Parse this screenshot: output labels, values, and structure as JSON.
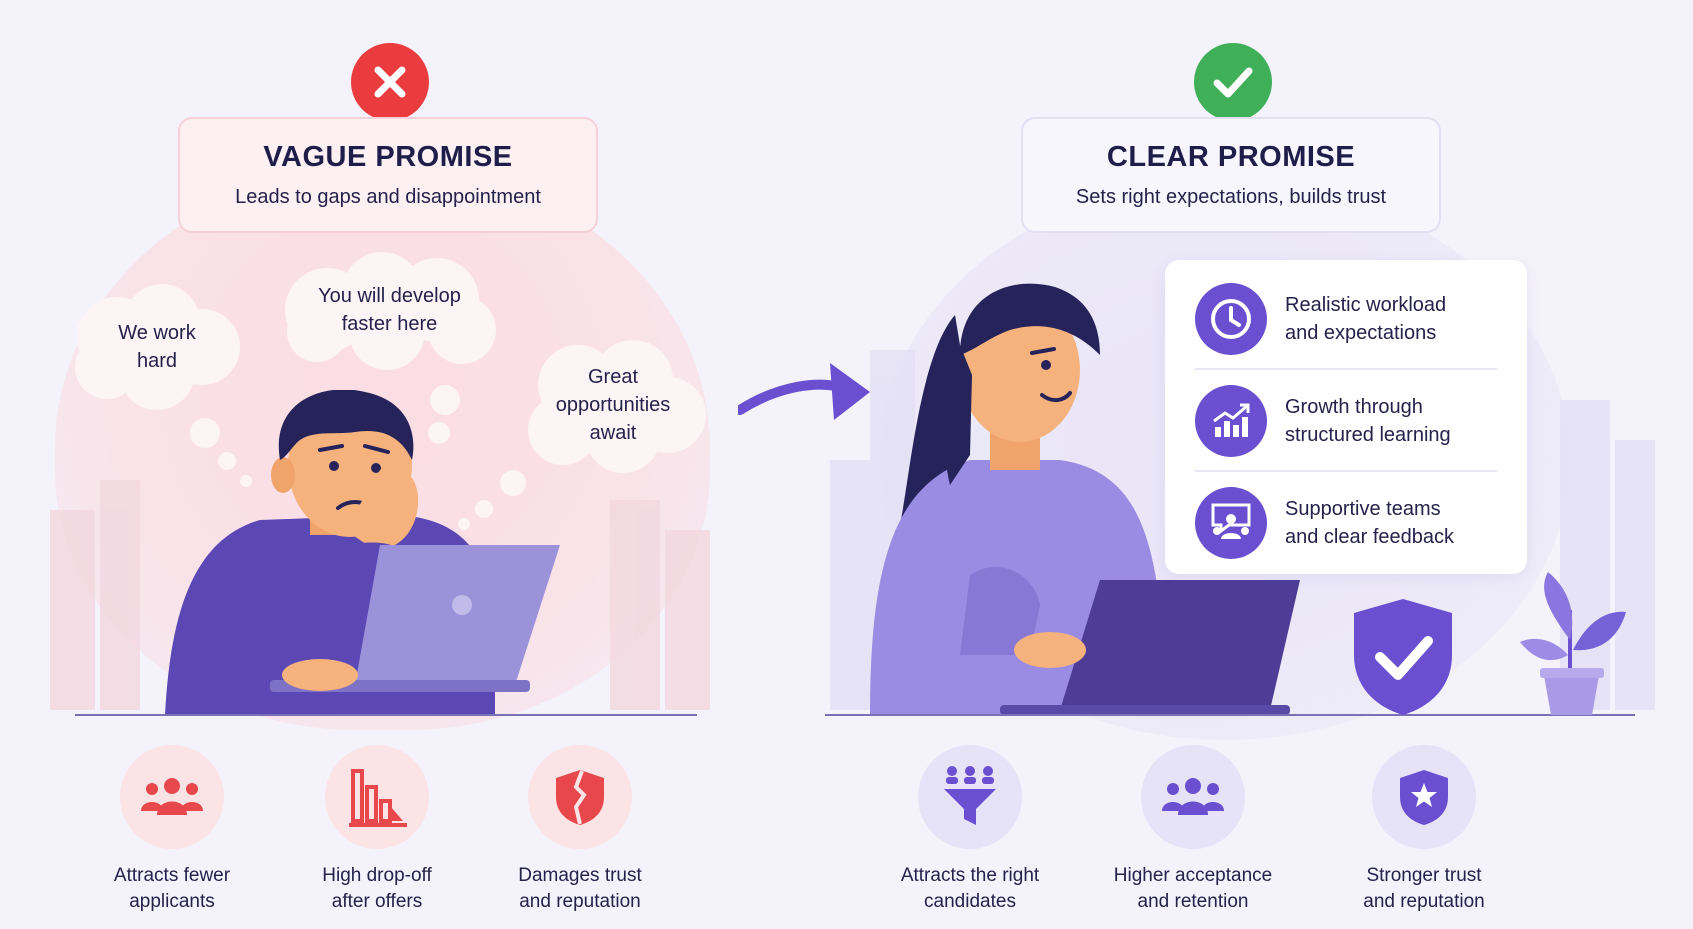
{
  "left": {
    "title": "VAGUE PROMISE",
    "subtitle": "Leads to gaps and disappointment",
    "thoughts": [
      {
        "line1": "We work",
        "line2": "hard"
      },
      {
        "line1": "You will develop",
        "line2": "faster here"
      },
      {
        "line1": "Great",
        "line2": "opportunities",
        "line3": "await"
      }
    ],
    "stats": [
      {
        "line1": "Attracts fewer",
        "line2": "applicants",
        "icon": "people-icon"
      },
      {
        "line1": "High drop-off",
        "line2": "after offers",
        "icon": "declining-bar-chart-icon"
      },
      {
        "line1": "Damages trust",
        "line2": "and reputation",
        "icon": "broken-shield-icon"
      }
    ],
    "badge_icon": "x-icon",
    "accent": "#ea3c3f"
  },
  "right": {
    "title": "CLEAR PROMISE",
    "subtitle": "Sets right expectations, builds trust",
    "features": [
      {
        "line1": "Realistic workload",
        "line2": "and expectations",
        "icon": "clock-icon"
      },
      {
        "line1": "Growth through",
        "line2": "structured learning",
        "icon": "growth-chart-icon"
      },
      {
        "line1": "Supportive teams",
        "line2": "and clear feedback",
        "icon": "team-chat-icon"
      }
    ],
    "stats": [
      {
        "line1": "Attracts the right",
        "line2": "candidates",
        "icon": "funnel-people-icon"
      },
      {
        "line1": "Higher acceptance",
        "line2": "and retention",
        "icon": "people-icon"
      },
      {
        "line1": "Stronger trust",
        "line2": "and reputation",
        "icon": "star-shield-icon"
      }
    ],
    "badge_icon": "check-icon",
    "accent": "#3fb058",
    "brand": "#6a4fd1"
  }
}
